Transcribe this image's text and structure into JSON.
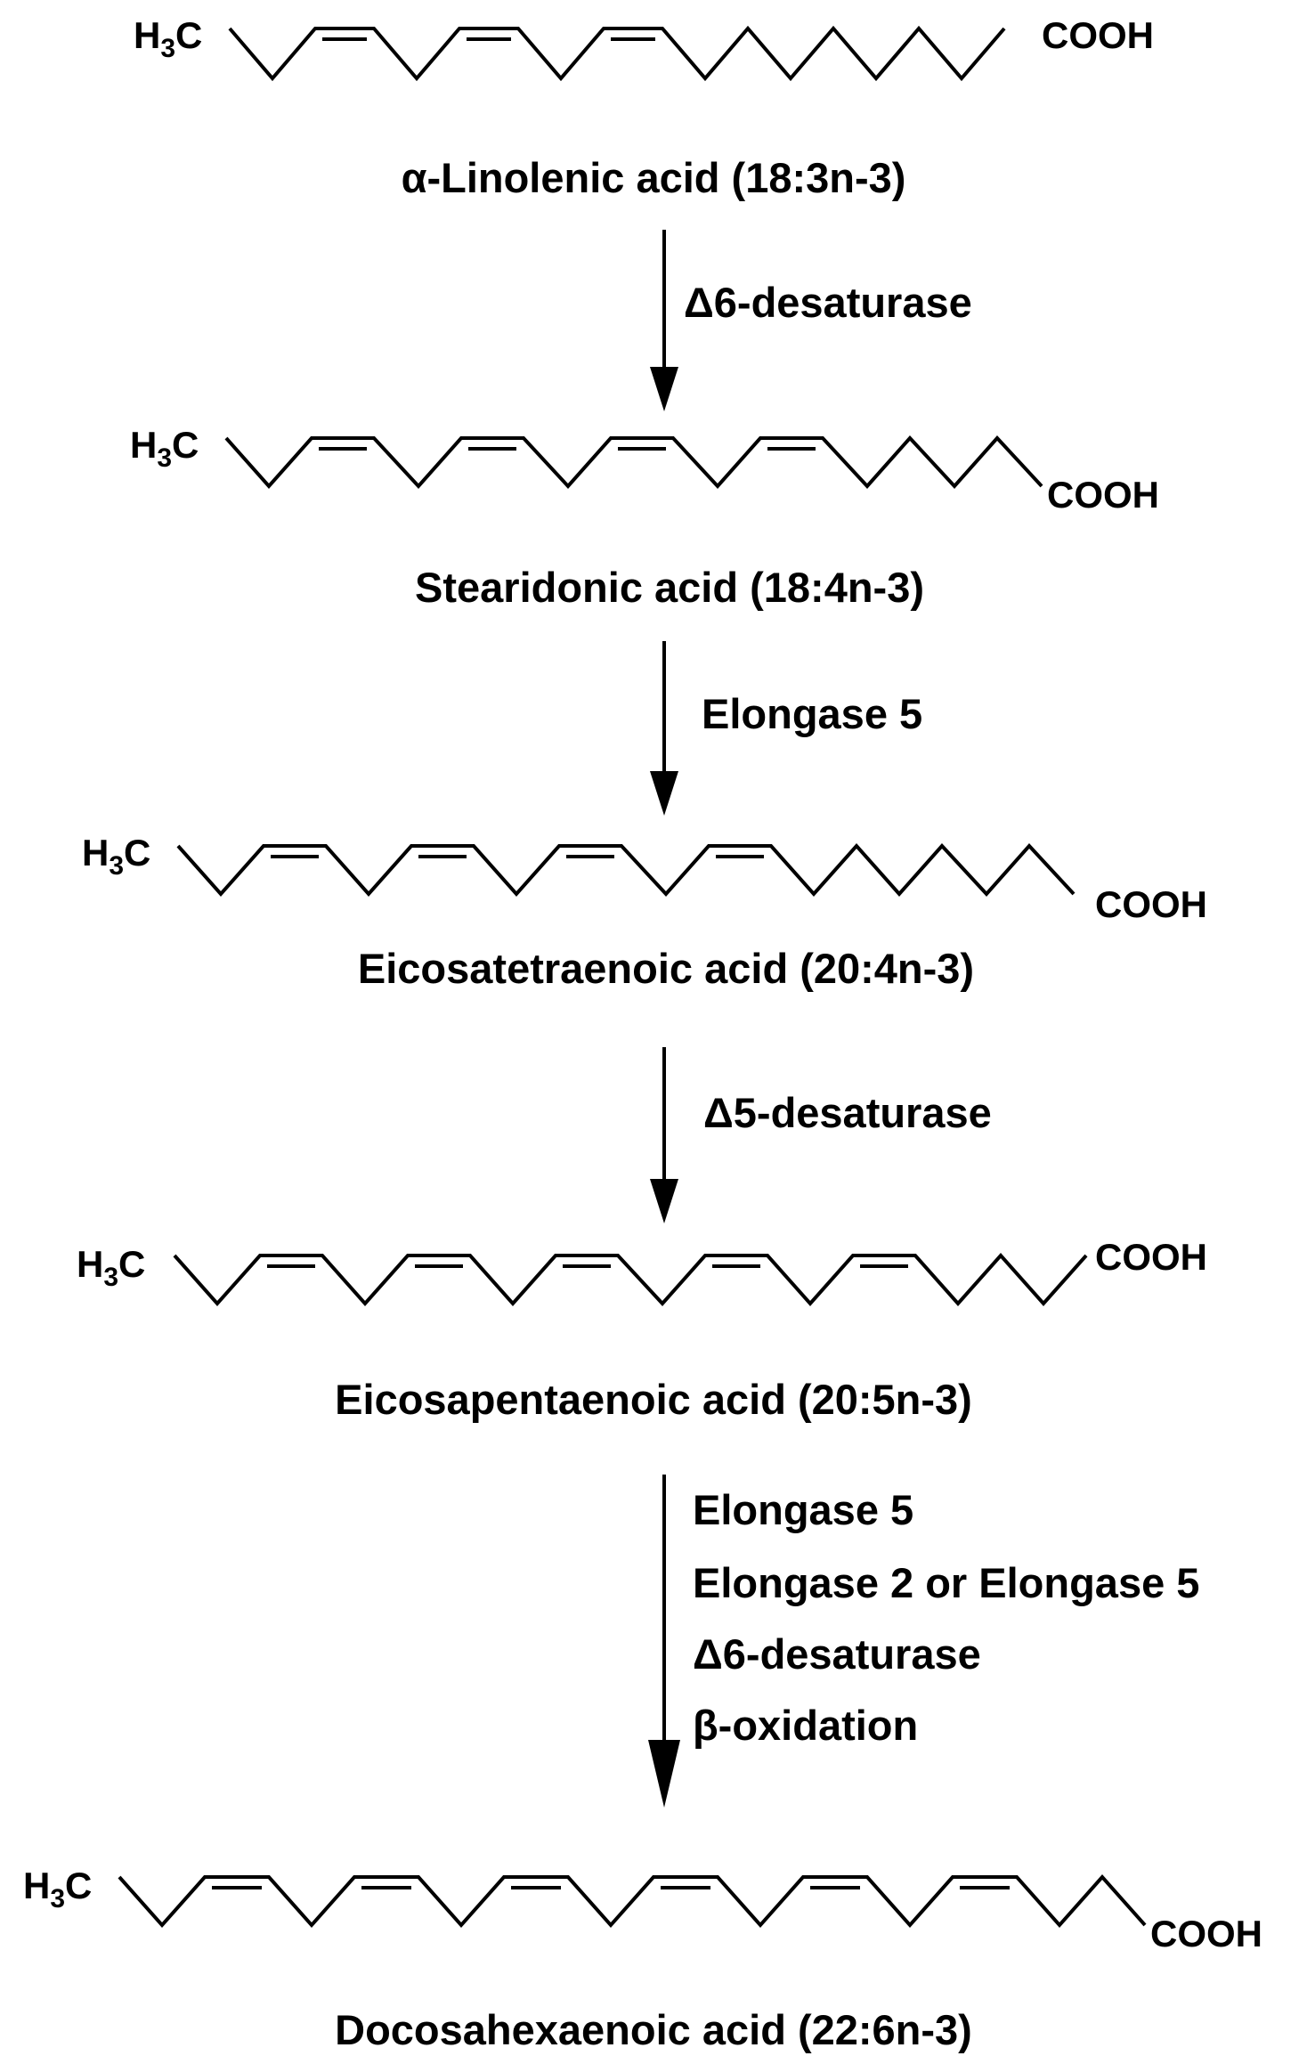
{
  "pathway": {
    "molecules": [
      {
        "name": "α-Linolenic acid (18:3n-3)",
        "methyl": {
          "main": "H",
          "sub": "3",
          "tail": "C"
        },
        "carboxyl": "COOH"
      },
      {
        "name": "Stearidonic acid (18:4n-3)",
        "methyl": {
          "main": "H",
          "sub": "3",
          "tail": "C"
        },
        "carboxyl": "COOH"
      },
      {
        "name": "Eicosatetraenoic acid (20:4n-3)",
        "methyl": {
          "main": "H",
          "sub": "3",
          "tail": "C"
        },
        "carboxyl": "COOH"
      },
      {
        "name": "Eicosapentaenoic acid (20:5n-3)",
        "methyl": {
          "main": "H",
          "sub": "3",
          "tail": "C"
        },
        "carboxyl": "COOH"
      },
      {
        "name": "Docosahexaenoic acid (22:6n-3)",
        "methyl": {
          "main": "H",
          "sub": "3",
          "tail": "C"
        },
        "carboxyl": "COOH"
      }
    ],
    "steps": [
      {
        "enzymes": [
          "Δ6-desaturase"
        ]
      },
      {
        "enzymes": [
          "Elongase 5"
        ]
      },
      {
        "enzymes": [
          "Δ5-desaturase"
        ]
      },
      {
        "enzymes": [
          "Elongase 5",
          "Elongase 2 or Elongase 5",
          "Δ6-desaturase",
          "β-oxidation"
        ]
      }
    ]
  }
}
